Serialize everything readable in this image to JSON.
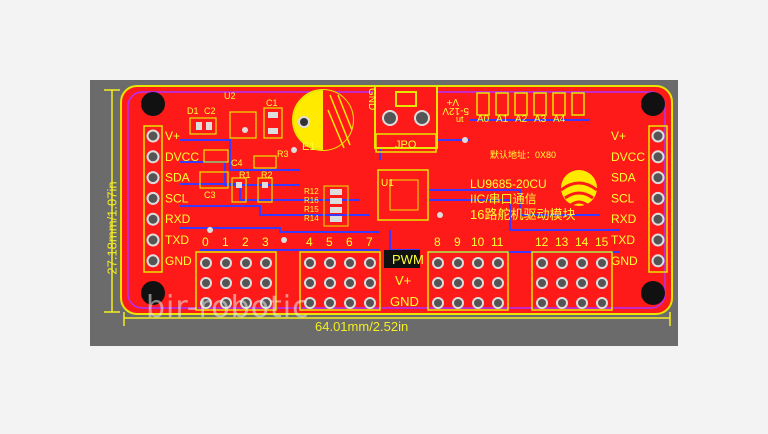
{
  "dimensions": {
    "width_label": "64.01mm/2.52in",
    "height_label": "27.18mm/1.07in"
  },
  "watermark": "bir-robotic",
  "board": {
    "model": "LU9685-20CU",
    "subtitle": "IIC/串口通信",
    "description": "16路舵机驱动模块",
    "default_address": "默认地址：0X80",
    "power_input": {
      "plus": "V+",
      "minus": "GND",
      "range": "5-12V"
    },
    "jumper": "JPO",
    "address_pins": [
      "A0",
      "A1",
      "A2",
      "A3",
      "A4"
    ],
    "address_suffix": "ut",
    "components": {
      "u1": "U1",
      "u2": "U2",
      "e1": "E1",
      "d1": "D1",
      "c1": "C1",
      "c2": "C2",
      "c3": "C3",
      "c4": "C4",
      "r1": "R1",
      "r2": "R2",
      "r3": "R3",
      "r12": "R12",
      "r16": "R16",
      "r15": "R15",
      "r14": "R14"
    },
    "left_pins": [
      "V+",
      "DVCC",
      "SDA",
      "SCL",
      "RXD",
      "TXD",
      "GND"
    ],
    "right_pins": [
      "V+",
      "DVCC",
      "SDA",
      "SCL",
      "RXD",
      "TXD",
      "GND"
    ],
    "servo_channels": [
      "0",
      "1",
      "2",
      "3",
      "4",
      "5",
      "6",
      "7",
      "8",
      "9",
      "10",
      "11",
      "12",
      "13",
      "14",
      "15"
    ],
    "header_rows": [
      "PWM",
      "V+",
      "GND"
    ]
  },
  "colors": {
    "board": "#ff1a1a",
    "outline": "#e6e600",
    "trace": "#3a3aff",
    "silk": "#ffff33",
    "background": "#6b6b6b"
  }
}
